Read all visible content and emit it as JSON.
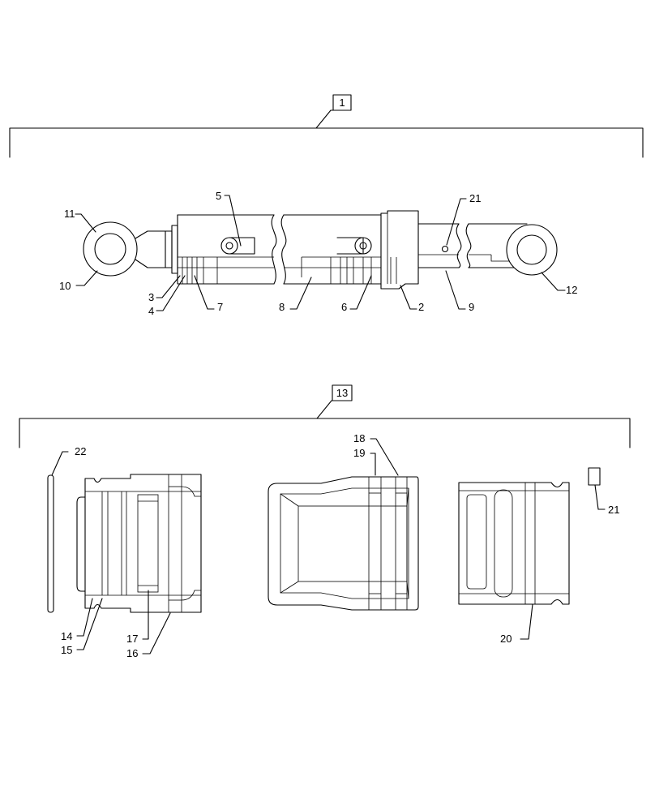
{
  "callouts": {
    "c1": "1",
    "c2": "2",
    "c3": "3",
    "c4": "4",
    "c5": "5",
    "c6": "6",
    "c7": "7",
    "c8": "8",
    "c9": "9",
    "c10": "10",
    "c11": "11",
    "c12": "12",
    "c13": "13",
    "c14": "14",
    "c15": "15",
    "c16": "16",
    "c17": "17",
    "c18": "18",
    "c19": "19",
    "c20": "20",
    "c21a": "21",
    "c21b": "21",
    "c22": "22"
  },
  "colors": {
    "line": "#000000",
    "background": "#ffffff"
  }
}
